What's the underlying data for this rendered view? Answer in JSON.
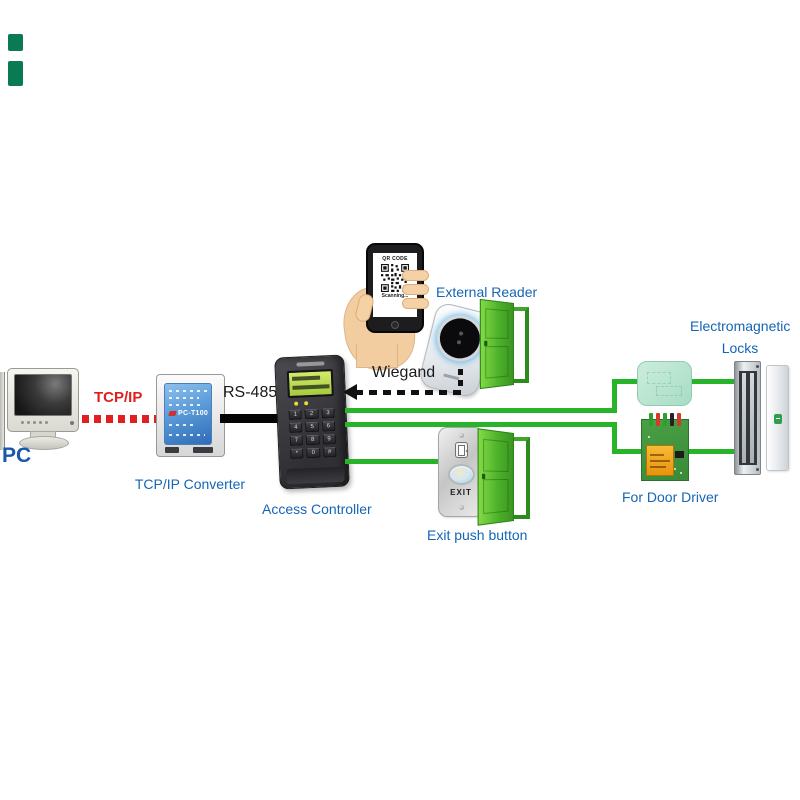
{
  "diagram": {
    "pc": {
      "label": "PC"
    },
    "tcpip_link": {
      "label": "TCP/IP"
    },
    "converter": {
      "label": "TCP/IP Converter",
      "model": "PC-T100"
    },
    "rs485_link": {
      "label": "RS-485"
    },
    "controller": {
      "label": "Access Controller",
      "keypad_keys": [
        "1",
        "2",
        "3",
        "4",
        "5",
        "6",
        "7",
        "8",
        "9",
        "*",
        "0",
        "#"
      ]
    },
    "phone": {
      "screen_title": "QR CODE",
      "screen_status": "Scanning..."
    },
    "external_reader": {
      "label": "External Reader"
    },
    "wiegand_link": {
      "label": "Wiegand"
    },
    "exit_button": {
      "label": "Exit push button",
      "plate_text": "EXIT"
    },
    "em_locks": {
      "label_line1": "Electromagnetic",
      "label_line2": "Locks"
    },
    "door_driver": {
      "label": "For Door Driver"
    },
    "colors": {
      "label_blue": "#1565b5",
      "wire_green": "#28b428",
      "tcpip_red": "#e02020",
      "door_green": "#4cb02a"
    }
  }
}
